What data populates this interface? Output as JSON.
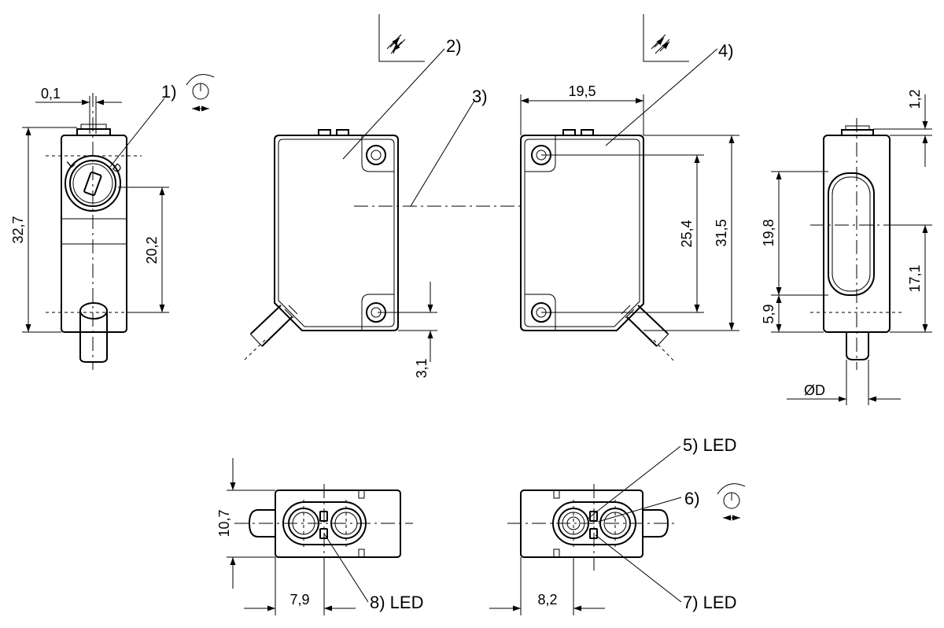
{
  "dimensions": {
    "d_0_1": "0,1",
    "d_32_7": "32,7",
    "d_20_2": "20,2",
    "d_19_5": "19,5",
    "d_3_1": "3,1",
    "d_25_4": "25,4",
    "d_31_5": "31,5",
    "d_1_2": "1,2",
    "d_19_8": "19,8",
    "d_17_1": "17,1",
    "d_5_9": "5,9",
    "d_dia": "ØD",
    "d_10_7": "10,7",
    "d_7_9": "7,9",
    "d_8_2": "8,2"
  },
  "callouts": {
    "c1": "1)",
    "c2": "2)",
    "c3": "3)",
    "c4": "4)",
    "c5": "5) LED",
    "c6": "6)",
    "c7": "7) LED",
    "c8": "8) LED"
  }
}
